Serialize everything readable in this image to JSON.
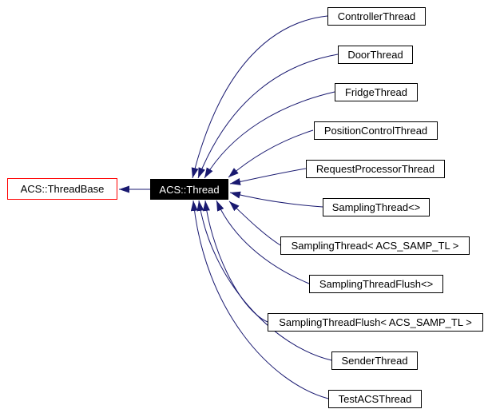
{
  "diagram": {
    "kind": "class-inheritance-graph",
    "base_node": {
      "label": "ACS::ThreadBase"
    },
    "focus_node": {
      "label": "ACS::Thread"
    },
    "derived_nodes": [
      {
        "label": "ControllerThread"
      },
      {
        "label": "DoorThread"
      },
      {
        "label": "FridgeThread"
      },
      {
        "label": "PositionControlThread"
      },
      {
        "label": "RequestProcessorThread"
      },
      {
        "label": "SamplingThread<>"
      },
      {
        "label": "SamplingThread< ACS_SAMP_TL >"
      },
      {
        "label": "SamplingThreadFlush<>"
      },
      {
        "label": "SamplingThreadFlush< ACS_SAMP_TL >"
      },
      {
        "label": "SenderThread"
      },
      {
        "label": "TestACSThread"
      }
    ],
    "colors": {
      "edge": "#191970",
      "node_border": "#000000",
      "node_bg": "#ffffff",
      "node_text": "#000000",
      "focus_bg": "#000000",
      "focus_text": "#ffffff",
      "base_border": "#ff0000",
      "canvas_bg": "#ffffff"
    }
  }
}
